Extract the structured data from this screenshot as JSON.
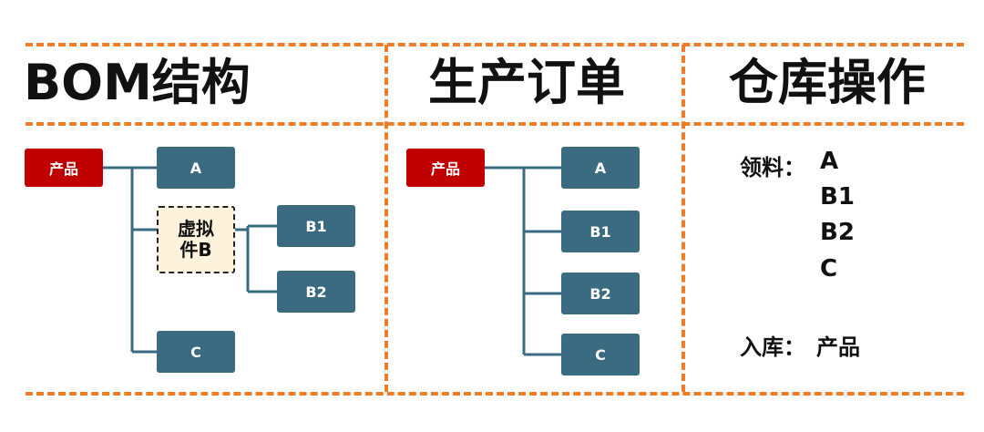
{
  "sections": {
    "bom": {
      "title": "BOM结构"
    },
    "order": {
      "title": "生产订单"
    },
    "warehouse": {
      "title": "仓库操作"
    }
  },
  "bom_tree": {
    "product": "产品",
    "part_a": "A",
    "virtual": "虚拟\n件B",
    "part_b1": "B1",
    "part_b2": "B2",
    "part_c": "C"
  },
  "order_tree": {
    "product": "产品",
    "part_a": "A",
    "part_b1": "B1",
    "part_b2": "B2",
    "part_c": "C"
  },
  "warehouse_ops": {
    "issue_label": "领料：",
    "issue_items": [
      "A",
      "B1",
      "B2",
      "C"
    ],
    "receipt_label": "入库：",
    "receipt_value": "产品"
  },
  "colors": {
    "divider": "#ee7d2a",
    "product_box": "#c00000",
    "part_box": "#3a6b80",
    "virtual_box": "#fdf2dc",
    "connector": "#3a6b80"
  }
}
